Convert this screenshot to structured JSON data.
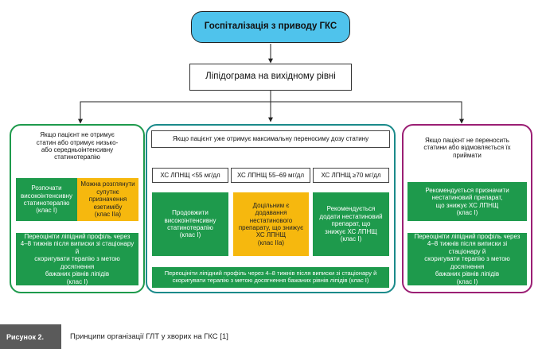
{
  "diagram": {
    "top_box": "Госпіталізація з приводу ГКС",
    "lipid_box": "Ліпідограма на вихідному рівні",
    "left": {
      "condition": "Якщо пацієнт не отримує\nстатин або отримує низько-\nабо середньоінтенсивну\nстатинотерапію",
      "option_a": "Розпочати\nвисокоінтенсивну\nстатинотерапію\n(клас I)",
      "option_b": "Можна розглянути\nсупутнє призначення\nезетимібу\n(клас IIa)",
      "reassess": "Переоцініти ліпідний профіль через\n4–8 тижнів після виписки зі стаціонару й\nскоригувати терапію з метою досягнення\nбажаних рівнів ліпідів\n(клас I)"
    },
    "middle": {
      "condition": "Якщо пацієнт уже отримує максимальну переносиму дозу статину",
      "ldl_low": "ХС ЛПНЩ <55 мг/дл",
      "ldl_mid": "ХС ЛПНЩ 55–69 мг/дл",
      "ldl_high": "ХС ЛПНЩ ≥70 мг/дл",
      "action_low": "Продовжити\nвисокоінтенсивну\nстатинотерапію\n(клас I)",
      "action_mid": "Доцільним є\nдодавання\nнестатинового\nпрепарату, що знижує\nХС ЛПНЩ\n(клас IIa)",
      "action_high": "Рекомендується\nдодати нестатиновий\nпрепарат, що\nзнижує ХС ЛПНЩ\n(клас I)",
      "reassess": "Переоцініти ліпідний профіль через 4–8 тижнів після виписки зі стаціонару й\nскоригувати терапію з метою досягнення бажаних рівнів ліпідів (клас I)"
    },
    "right": {
      "condition": "Якщо пацієнт не переносить\nстатини або відмовляється їх\nприймати",
      "action": "Рекомендується призначити\nнестатиновий препарат,\nщо знижує ХС ЛПНЩ\n(клас I)",
      "reassess": "Переоцініти ліпідний профіль через\n4–8 тижнів після виписки зі стаціонару й\nскоригувати терапію з метою досягнення\nбажаних рівнів ліпідів\n(клас I)"
    }
  },
  "caption": {
    "label": "Рисунок 2.",
    "text": "Принципи організації ГЛТ у хворих на ГКС [1]"
  },
  "colors": {
    "top_fill": "#4fc3ec",
    "green": "#1e9a4c",
    "yellow": "#f6b80e",
    "left_frame": "#1e9a4c",
    "middle_frame": "#1a8a8a",
    "right_frame": "#9b1f74"
  }
}
